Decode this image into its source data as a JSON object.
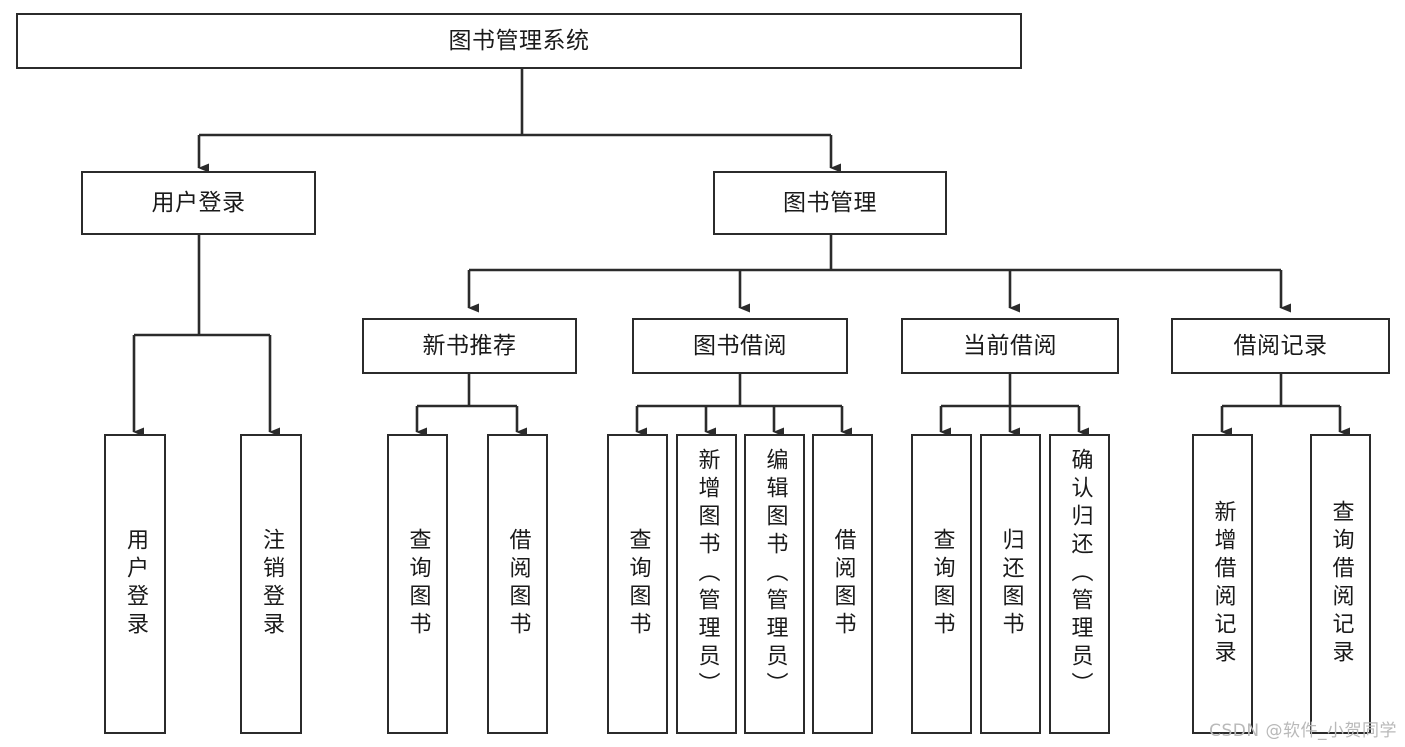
{
  "diagram": {
    "title": "图书管理系统",
    "type": "tree-hierarchy",
    "stroke_color": "#2b2b2b",
    "background_color": "#ffffff",
    "text_color": "#1a1a1a"
  },
  "root": {
    "label": "图书管理系统"
  },
  "level2": [
    {
      "label": "用户登录"
    },
    {
      "label": "图书管理"
    }
  ],
  "level3": [
    {
      "label": "新书推荐"
    },
    {
      "label": "图书借阅"
    },
    {
      "label": "当前借阅"
    },
    {
      "label": "借阅记录"
    }
  ],
  "leaves": {
    "user_login": [
      {
        "label": "用户登录"
      },
      {
        "label": "注销登录"
      }
    ],
    "new_book_recommend": [
      {
        "label": "查询图书"
      },
      {
        "label": "借阅图书"
      }
    ],
    "book_borrow": [
      {
        "label": "查询图书"
      },
      {
        "label": "新增图书（管理员）"
      },
      {
        "label": "编辑图书（管理员）"
      },
      {
        "label": "借阅图书"
      }
    ],
    "current_borrow": [
      {
        "label": "查询图书"
      },
      {
        "label": "归还图书"
      },
      {
        "label": "确认归还（管理员）"
      }
    ],
    "borrow_records": [
      {
        "label": "新增借阅记录"
      },
      {
        "label": "查询借阅记录"
      }
    ]
  },
  "watermark": {
    "text": "CSDN @软件_小贺同学",
    "color": "#b9b9b9"
  }
}
